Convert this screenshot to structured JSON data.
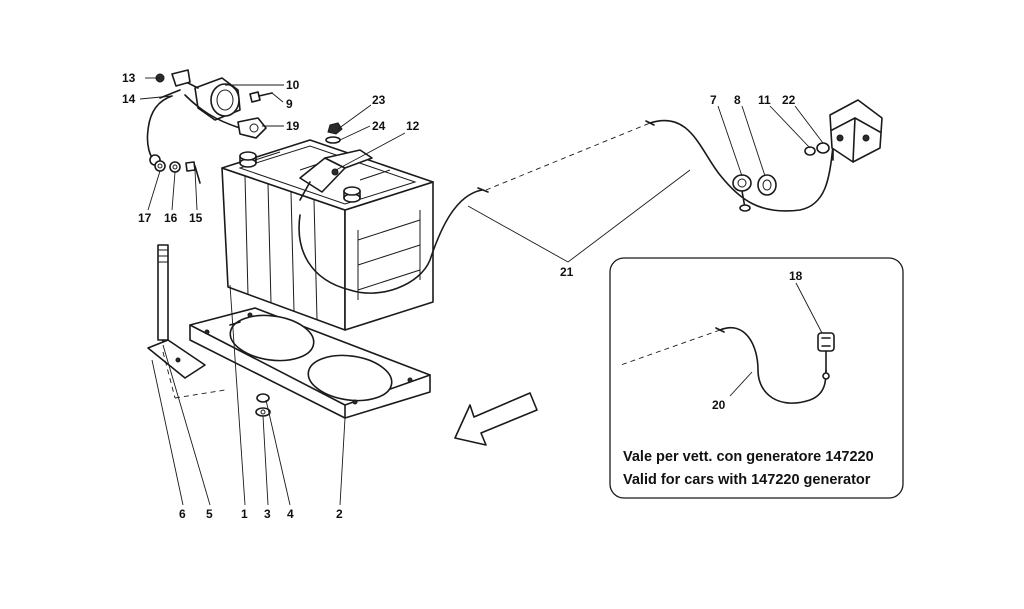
{
  "callouts": {
    "c1": "1",
    "c2": "2",
    "c3": "3",
    "c4": "4",
    "c5": "5",
    "c6": "6",
    "c7": "7",
    "c8": "8",
    "c9": "9",
    "c10": "10",
    "c11": "11",
    "c12": "12",
    "c13": "13",
    "c14": "14",
    "c15": "15",
    "c16": "16",
    "c17": "17",
    "c18": "18",
    "c19": "19",
    "c20": "20",
    "c21": "21",
    "c22": "22",
    "c23": "23",
    "c24": "24"
  },
  "inset": {
    "note_it": "Vale per vett. con generatore 147220",
    "note_en": "Valid for cars with 147220 generator"
  }
}
